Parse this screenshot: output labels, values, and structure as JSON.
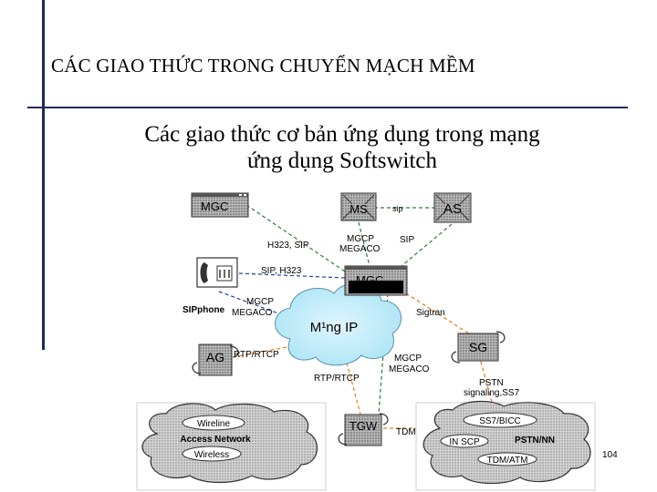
{
  "title": "CÁC GIAO THỨC TRONG CHUYỂN MẠCH MỀM",
  "subtitle_line1": "Các giao thức cơ bản ứng dụng trong mạng",
  "subtitle_line2": "ứng dụng Softswitch",
  "nodes": {
    "mgc_top": "MGC",
    "ms": "MS",
    "as": "AS",
    "mgc_center": "MGC",
    "sip_phone": "SIPphone",
    "ip_network": "M¹ng IP",
    "ag": "AG",
    "sg": "SG",
    "tgw": "TGW"
  },
  "links": {
    "ms_as": "sip",
    "mgc_top_mgc": "H323, SIP",
    "ms_mgc_line1": "MGCP",
    "ms_mgc_line2": "MEGACO",
    "as_mgc": "SIP",
    "phone_mgc": "SIP, H323",
    "phone_ip_line1": "MGCP",
    "phone_ip_line2": "MEGACO",
    "mgc_sg": "Sigtran",
    "ag_ip": "RTP/RTCP",
    "ip_tgw": "RTP/RTCP",
    "mgc_tgw_line1": "MGCP",
    "mgc_tgw_line2": "MEGACO",
    "sg_pstn_line1": "PSTN",
    "sg_pstn_line2": "signaling,SS7",
    "tgw_pstn": "TDM"
  },
  "access_cloud": {
    "wireline": "Wireline",
    "access_network": "Access Network",
    "wireless": "Wireless"
  },
  "pstn_cloud": {
    "ss7_bicc": "SS7/BICC",
    "in_scp": "IN SCP",
    "pstn_nn": "PSTN/NN",
    "tdm_atm": "TDM/ATM"
  },
  "page_number": "104",
  "colors": {
    "frame": "#1f2a55",
    "link_green": "#2e7d32",
    "link_orange": "#e0801a",
    "link_blue": "#1e3fa0"
  }
}
